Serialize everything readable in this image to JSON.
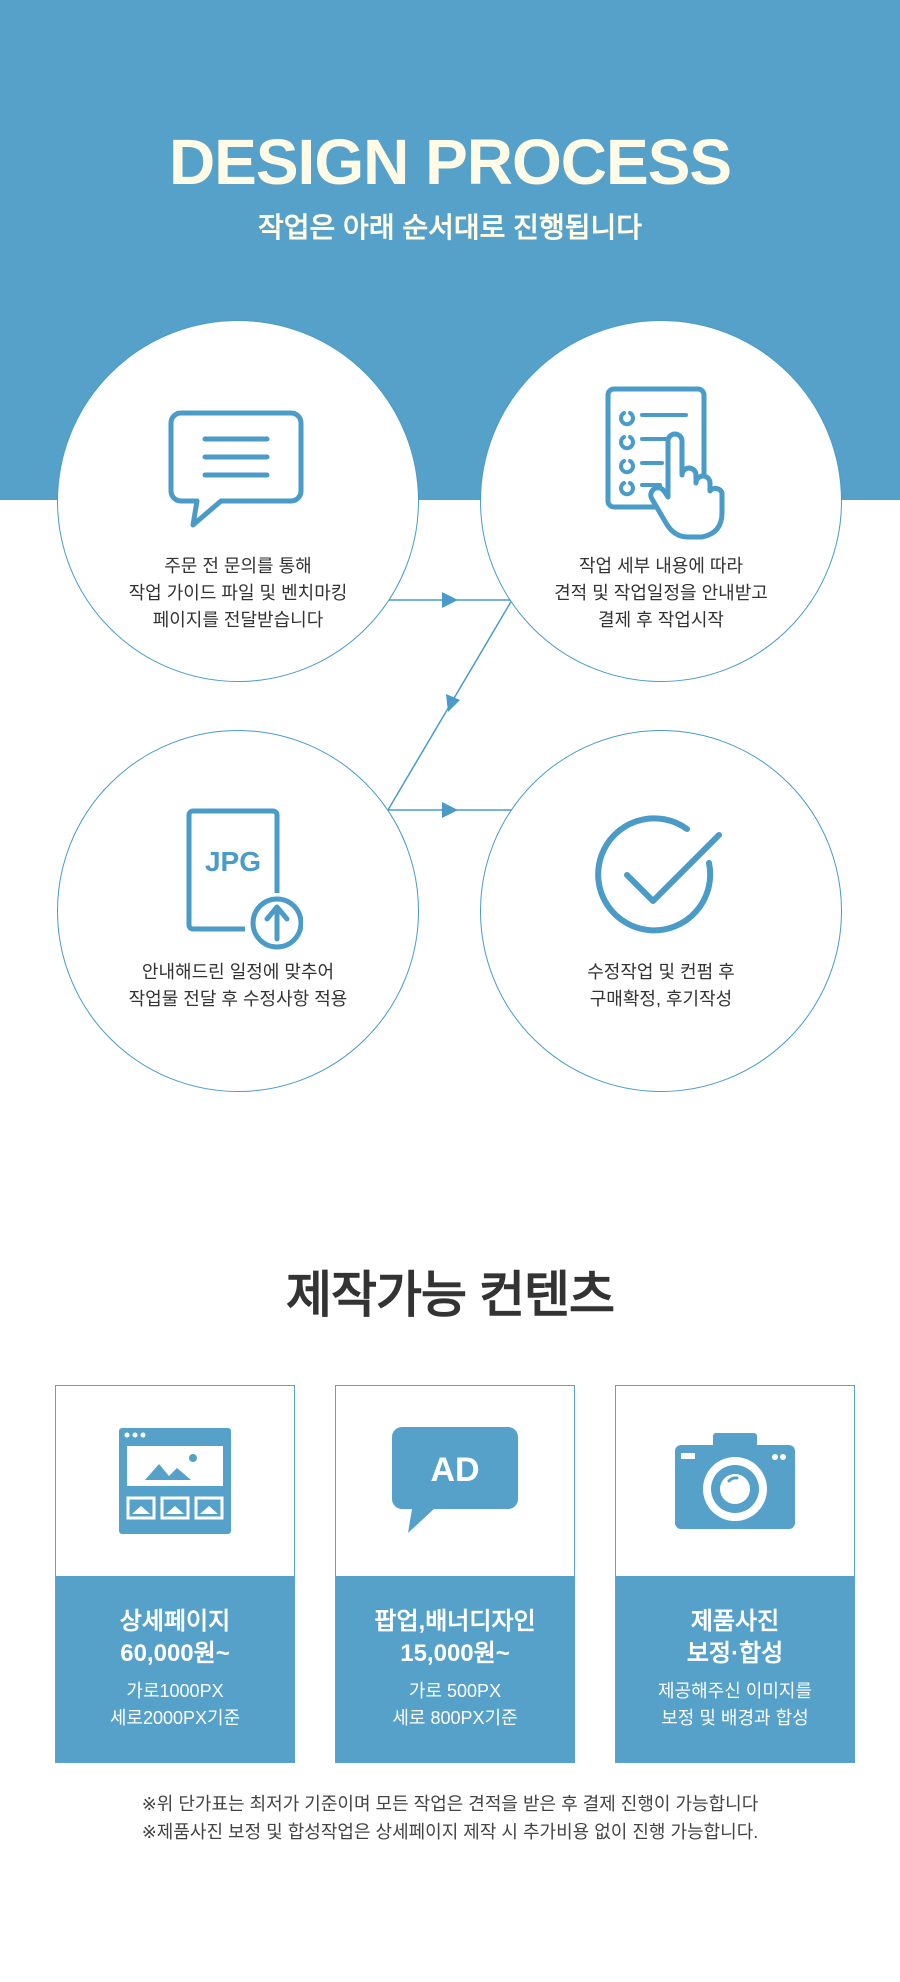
{
  "hero": {
    "title": "DESIGN PROCESS",
    "subtitle": "작업은 아래 순서대로 진행됩니다"
  },
  "steps": [
    {
      "icon": "chat-bubble-icon",
      "lines": [
        "주문 전 문의를 통해",
        "작업 가이드 파일 및 벤치마킹",
        "페이지를 전달받습니다"
      ]
    },
    {
      "icon": "checklist-touch-icon",
      "lines": [
        "작업 세부 내용에 따라",
        "견적 및 작업일정을 안내받고",
        "결제 후 작업시작"
      ]
    },
    {
      "icon": "jpg-upload-icon",
      "icon_label": "JPG",
      "lines": [
        "안내해드린 일정에 맞추어",
        "작업물 전달 후 수정사항 적용"
      ]
    },
    {
      "icon": "check-circle-icon",
      "lines": [
        "수정작업 및 컨펌 후",
        "구매확정, 후기작성"
      ]
    }
  ],
  "contents_section": {
    "title": "제작가능 컨텐츠"
  },
  "cards": [
    {
      "icon": "web-page-icon",
      "title_lines": [
        "상세페이지",
        "60,000원~"
      ],
      "sub_lines": [
        "가로1000PX",
        "세로2000PX기준"
      ]
    },
    {
      "icon": "ad-bubble-icon",
      "icon_label": "AD",
      "title_lines": [
        "팝업,배너디자인",
        "15,000원~"
      ],
      "sub_lines": [
        "가로 500PX",
        "세로 800PX기준"
      ]
    },
    {
      "icon": "camera-icon",
      "title_lines": [
        "제품사진",
        "보정·합성"
      ],
      "sub_lines": [
        "제공해주신 이미지를",
        "보정 및 배경과 합성"
      ]
    }
  ],
  "notes": [
    "※위 단가표는 최저가 기준이며 모든 작업은 견적을 받은 후 결제 진행이 가능합니다",
    "※제품사진 보정 및 합성작업은 상세페이지 제작 시 추가비용 없이 진행 가능합니다."
  ],
  "colors": {
    "accent": "#55a1c9",
    "icon": "#4a9bc7",
    "hero_text": "#fffbe6"
  }
}
